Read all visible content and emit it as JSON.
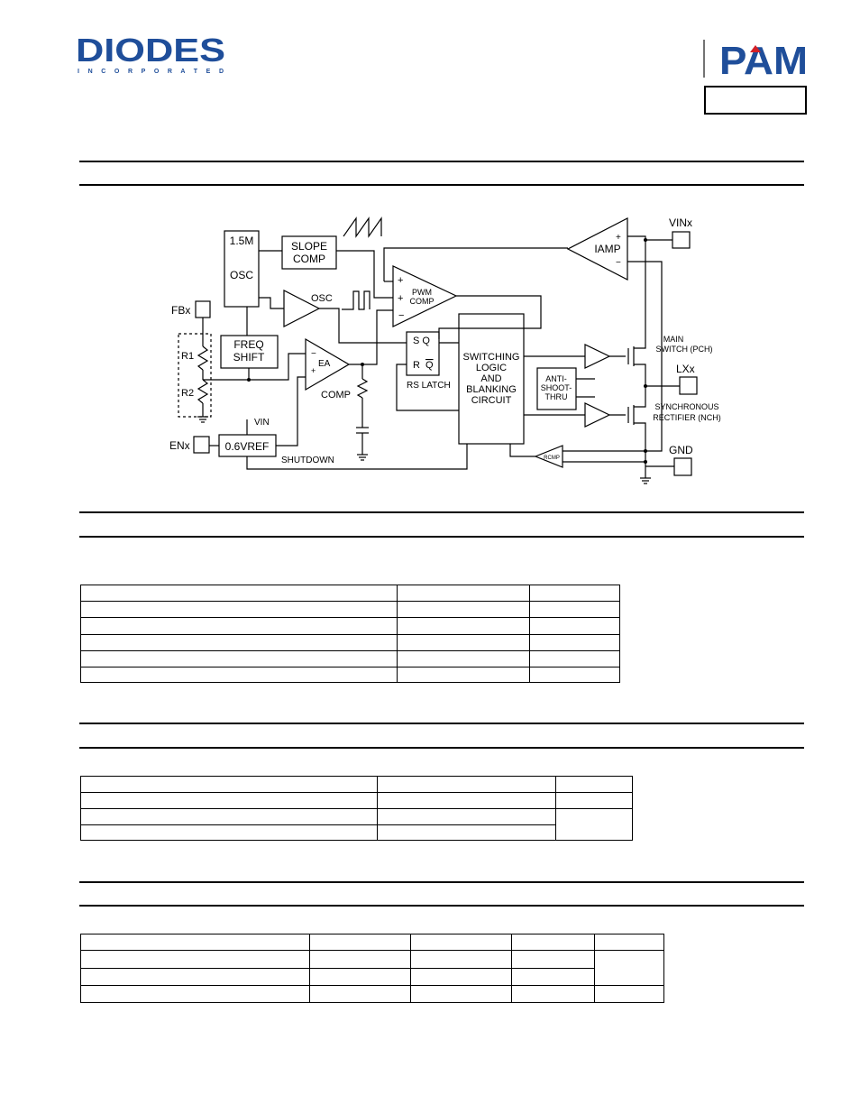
{
  "header": {
    "brand": "DIODES",
    "brand_sub": "I N C O R P O R A T E D",
    "product_logo": "PAM",
    "part_box": ""
  },
  "diagram": {
    "labels": {
      "osc_block": [
        "1.5M",
        "OSC"
      ],
      "slope_comp": [
        "SLOPE",
        "COMP"
      ],
      "osc_label": "OSC",
      "freq_shift": [
        "FREQ",
        "SHIFT"
      ],
      "ea": "EA",
      "comp": "COMP",
      "vref": "0.6VREF",
      "vin": "VIN",
      "shutdown": "SHUTDOWN",
      "pwm_comp": [
        "PWM",
        "COMP"
      ],
      "latch_sq": "S  Q",
      "latch_rq": "R",
      "latch_qbar": "Q",
      "rs_latch": "RS LATCH",
      "switching": [
        "SWITCHING",
        "LOGIC",
        "AND",
        "BLANKING",
        "CIRCUIT"
      ],
      "anti": [
        "ANTI-",
        "SHOOT-",
        "THRU"
      ],
      "iamp": "IAMP",
      "rcmp": "RCMP",
      "main_switch": [
        "MAIN",
        "SWITCH (PCH)"
      ],
      "sync_rect": [
        "SYNCHRONOUS",
        "RECTIFIER (NCH)"
      ],
      "fbx": "FBx",
      "enx": "ENx",
      "vinx": "VINx",
      "lxx": "LXx",
      "gnd": "GND",
      "r1": "R1",
      "r2": "R2",
      "plus": "+",
      "minus": "−"
    }
  },
  "tables": {
    "table1": {
      "rows": [
        [
          "",
          "",
          ""
        ],
        [
          "",
          "",
          ""
        ],
        [
          "",
          "",
          ""
        ],
        [
          "",
          "",
          ""
        ],
        [
          "",
          "",
          ""
        ],
        [
          "",
          "",
          ""
        ]
      ]
    },
    "table2": {
      "rows": [
        [
          "",
          "",
          ""
        ],
        [
          "",
          "",
          ""
        ],
        [
          "",
          ""
        ],
        [
          "",
          ""
        ]
      ]
    },
    "table3": {
      "rows": [
        [
          "",
          "",
          "",
          "",
          ""
        ],
        [
          "",
          "",
          "",
          "",
          ""
        ],
        [
          "",
          "",
          "",
          ""
        ],
        [
          "",
          "",
          "",
          "",
          ""
        ]
      ]
    }
  }
}
